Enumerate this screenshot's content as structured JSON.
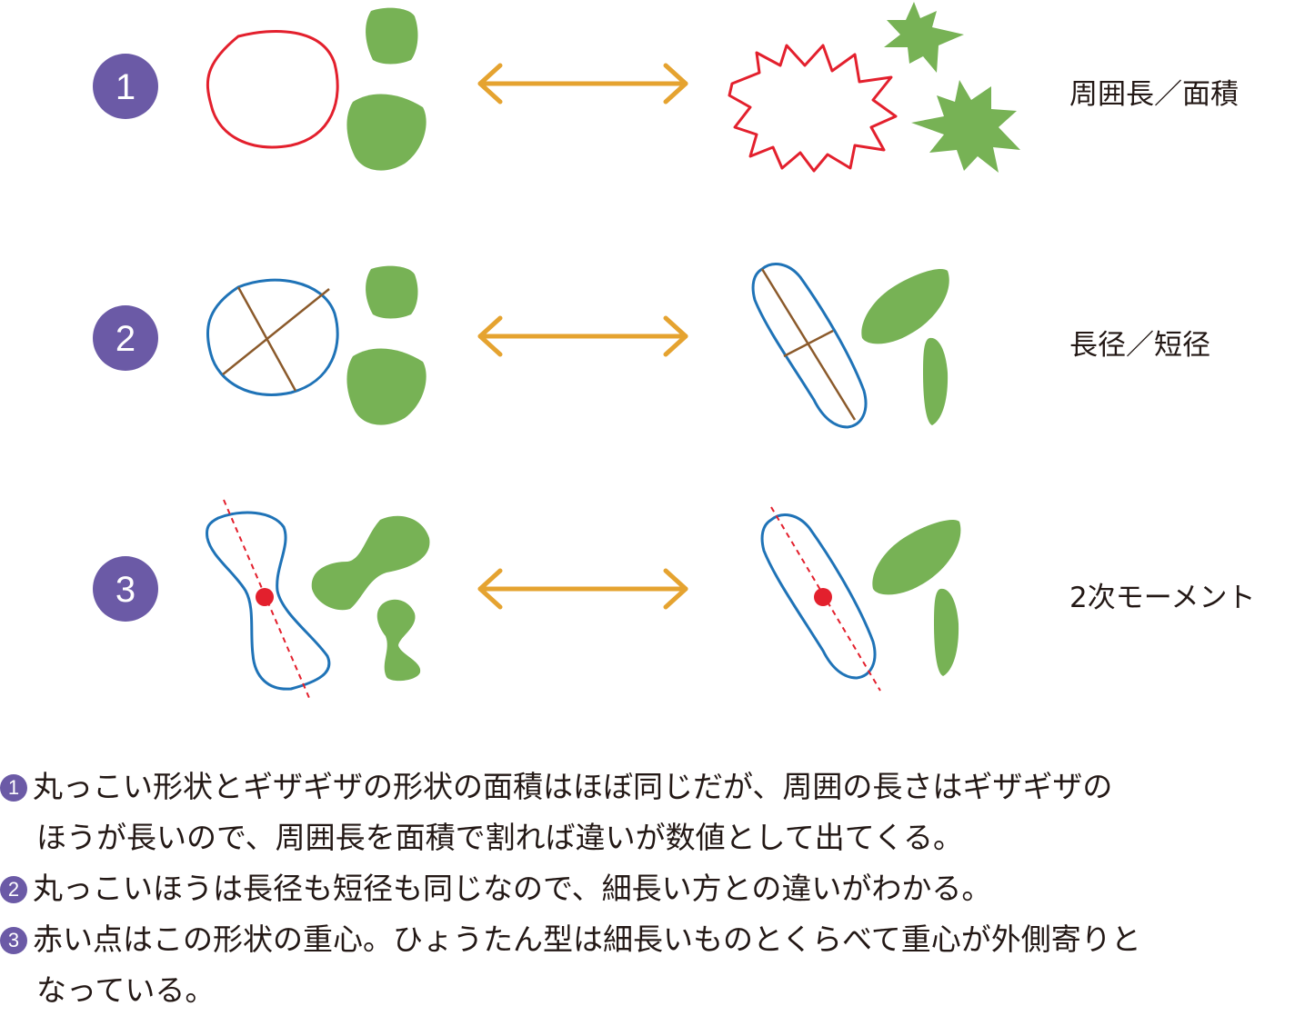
{
  "colors": {
    "badge": "#6B5AA6",
    "green": "#77B255",
    "red_outline": "#E3202D",
    "blue_outline": "#1F73B7",
    "arrow": "#E5A330",
    "axis_line": "#8B5A2B",
    "centroid": "#E3202D"
  },
  "rows": [
    {
      "badge": "1",
      "label": "周囲長／面積"
    },
    {
      "badge": "2",
      "label": "長径／短径"
    },
    {
      "badge": "3",
      "label": "2次モーメント"
    }
  ],
  "notes": [
    {
      "badge": "1",
      "lines": [
        "丸っこい形状とギザギザの形状の面積はほぼ同じだが、周囲の長さはギザギザの",
        "ほうが長いので、周囲長を面積で割れば違いが数値として出てくる。"
      ]
    },
    {
      "badge": "2",
      "lines": [
        "丸っこいほうは長径も短径も同じなので、細長い方との違いがわかる。"
      ]
    },
    {
      "badge": "3",
      "lines": [
        "赤い点はこの形状の重心。ひょうたん型は細長いものとくらべて重心が外側寄りと",
        "なっている。"
      ]
    }
  ]
}
